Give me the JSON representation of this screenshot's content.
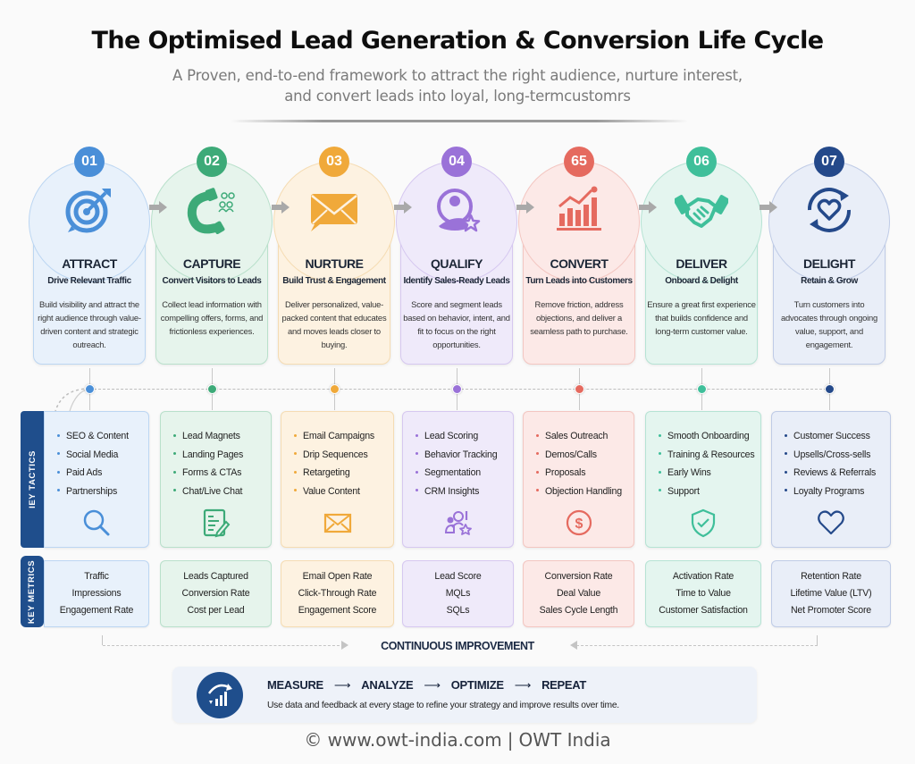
{
  "header": {
    "title": "The Optimised Lead Generation & Conversion Life Cycle",
    "subtitle_line1": "A Proven, end-to-end framework to attract the right audience, nurture interest,",
    "subtitle_line2": "and convert leads into loyal, long-termcustomrs"
  },
  "stages": [
    {
      "number": "01",
      "name": "ATTRACT",
      "tagline": "Drive Relevant Traffic",
      "description": "Build visibility and attract the right audience through value-driven content and strategic outreach.",
      "icon": "target-icon",
      "color": "#4a8fd8",
      "light": "#e8f1fb",
      "border": "#bcd6f2"
    },
    {
      "number": "02",
      "name": "CAPTURE",
      "tagline": "Convert Visitors to Leads",
      "description": "Collect lead information with compelling offers, forms, and frictionless experiences.",
      "icon": "magnet-icon",
      "color": "#3daa78",
      "light": "#e6f4ec",
      "border": "#b9e0cb"
    },
    {
      "number": "03",
      "name": "NURTURE",
      "tagline": "Build Trust & Engagement",
      "description": "Deliver personalized, value-packed content that educates and moves leads closer to buying.",
      "icon": "envelope-icon",
      "color": "#f0a93a",
      "light": "#fdf2e1",
      "border": "#f5dcb3"
    },
    {
      "number": "04",
      "name": "QUALIFY",
      "tagline": "Identify Sales-Ready Leads",
      "description": "Score and segment leads based on behavior, intent, and fit to focus on the right opportunities.",
      "icon": "user-star-icon",
      "color": "#9a72d8",
      "light": "#efeafa",
      "border": "#d6c8f0"
    },
    {
      "number": "65",
      "name": "CONVERT",
      "tagline": "Turn Leads into Customers",
      "description": "Remove friction, address objections, and deliver a seamless path to purchase.",
      "icon": "growth-chart-icon",
      "color": "#e56a5f",
      "light": "#fce9e7",
      "border": "#f3c6c1"
    },
    {
      "number": "06",
      "name": "DELIVER",
      "tagline": "Onboard & Delight",
      "description": "Ensure a great first experience that builds confidence and long-term customer value.",
      "icon": "handshake-icon",
      "color": "#3fbf9a",
      "light": "#e4f5ef",
      "border": "#b6e3d4"
    },
    {
      "number": "07",
      "name": "DELIGHT",
      "tagline": "Retain & Grow",
      "description": "Turn customers into advocates through ongoing value, support, and engagement.",
      "icon": "heart-cycle-icon",
      "color": "#24498a",
      "light": "#e9eef8",
      "border": "#bfcbe6"
    }
  ],
  "tactics_label": "IEY TACTICS",
  "tactics": [
    {
      "items": [
        "SEO & Content",
        "Social Media",
        "Paid Ads",
        "Partnerships"
      ],
      "icon": "search-icon"
    },
    {
      "items": [
        "Lead Magnets",
        "Landing Pages",
        "Forms & CTAs",
        "Chat/Live Chat"
      ],
      "icon": "form-edit-icon"
    },
    {
      "items": [
        "Email Campaigns",
        "Drip Sequences",
        "Retargeting",
        "Value Content"
      ],
      "icon": "envelope-icon"
    },
    {
      "items": [
        "Lead Scoring",
        "Behavior Tracking",
        "Segmentation",
        "CRM Insights"
      ],
      "icon": "users-star-icon"
    },
    {
      "items": [
        "Sales Outreach",
        "Demos/Calls",
        "Proposals",
        "Objection Handling"
      ],
      "icon": "dollar-coin-icon"
    },
    {
      "items": [
        "Smooth Onboarding",
        "Training & Resources",
        "Early Wins",
        "Support"
      ],
      "icon": "shield-check-icon"
    },
    {
      "items": [
        "Customer Success",
        "Upsells/Cross-sells",
        "Reviews & Referrals",
        "Loyalty Programs"
      ],
      "icon": "heart-icon"
    }
  ],
  "metrics_label": "KEY METRICS",
  "metrics": [
    [
      "Traffic",
      "Impressions",
      "Engagement Rate"
    ],
    [
      "Leads Captured",
      "Conversion Rate",
      "Cost per Lead"
    ],
    [
      "Email Open Rate",
      "Click-Through Rate",
      "Engagement Score"
    ],
    [
      "Lead Score",
      "MQLs",
      "SQLs"
    ],
    [
      "Conversion Rate",
      "Deal Value",
      "Sales Cycle Length"
    ],
    [
      "Activation Rate",
      "Time to Value",
      "Customer Satisfaction"
    ],
    [
      "Retention Rate",
      "Lifetime Value (LTV)",
      "Net Promoter Score"
    ]
  ],
  "continuous_improvement": "CONTINUOUS IMPROVEMENT",
  "loop": {
    "steps": [
      "MEASURE",
      "ANALYZE",
      "OPTIMIZE",
      "REPEAT"
    ],
    "arrow": "⟶",
    "note": "Use data and feedback at every stage to refine your strategy and improve results over time.",
    "icon": "analytics-cycle-icon"
  },
  "footer": {
    "site": "© www.owt-india.com",
    "separator": "|",
    "brand": "OWT India"
  }
}
